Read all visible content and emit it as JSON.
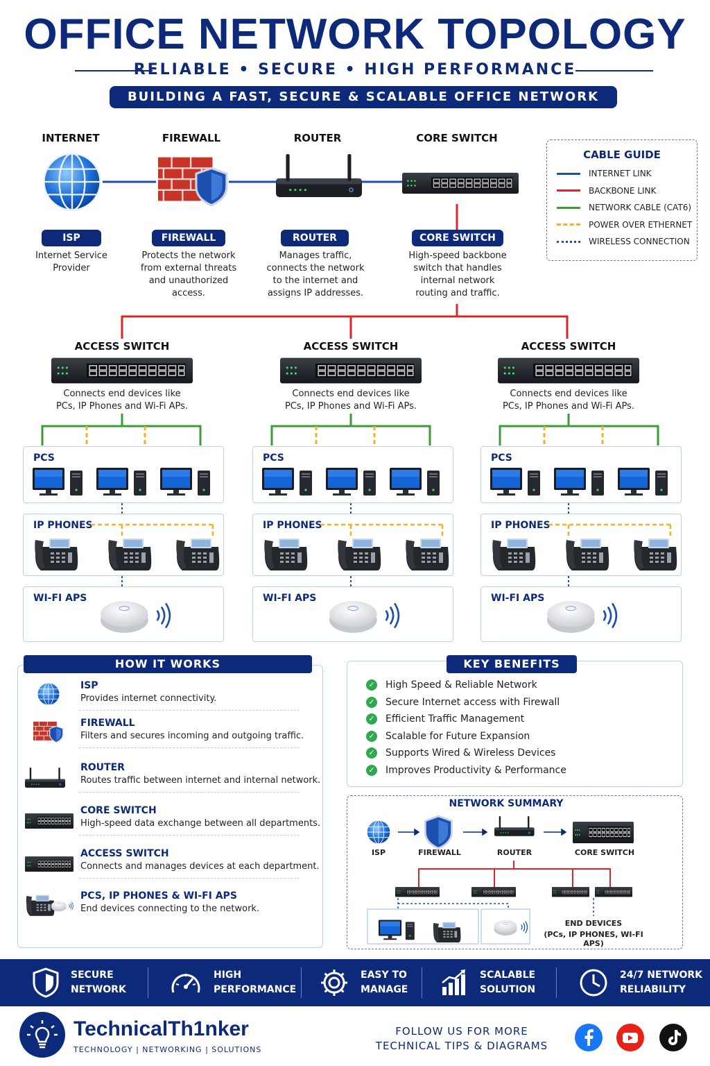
{
  "header": {
    "title": "OFFICE NETWORK TOPOLOGY",
    "subtitle": "RELIABLE  •  SECURE  •  HIGH PERFORMANCE",
    "banner": "BUILDING A FAST, SECURE & SCALABLE OFFICE NETWORK"
  },
  "top_nodes": [
    {
      "label": "INTERNET",
      "pill": "ISP",
      "desc": [
        "Internet Service",
        "Provider"
      ]
    },
    {
      "label": "FIREWALL",
      "pill": "FIREWALL",
      "desc": [
        "Protects the network",
        "from external threats",
        "and unauthorized",
        "access."
      ]
    },
    {
      "label": "ROUTER",
      "pill": "ROUTER",
      "desc": [
        "Manages traffic,",
        "connects the network",
        "to the internet and",
        "assigns IP addresses."
      ]
    },
    {
      "label": "CORE SWITCH",
      "pill": "CORE SWITCH",
      "desc": [
        "High-speed backbone",
        "switch that handles",
        "internal network",
        "routing and traffic."
      ]
    }
  ],
  "cable_guide": {
    "title": "CABLE GUIDE",
    "items": [
      {
        "label": "INTERNET LINK",
        "color": "#1f4fa8",
        "style": "solid"
      },
      {
        "label": "BACKBONE LINK",
        "color": "#d8262b",
        "style": "solid"
      },
      {
        "label": "NETWORK CABLE (CAT6)",
        "color": "#3a9b3a",
        "style": "solid"
      },
      {
        "label": "POWER OVER ETHERNET",
        "color": "#f0b323",
        "style": "dashed"
      },
      {
        "label": "WIRELESS CONNECTION",
        "color": "#1f4fa8",
        "style": "dotted"
      }
    ]
  },
  "access_switches": [
    {
      "label": "ACCESS SWITCH",
      "desc": [
        "Connects end devices like",
        "PCs, IP Phones and Wi-Fi APs."
      ]
    },
    {
      "label": "ACCESS SWITCH",
      "desc": [
        "Connects end devices like",
        "PCs, IP Phones and Wi-Fi APs."
      ]
    },
    {
      "label": "ACCESS SWITCH",
      "desc": [
        "Connects end devices like",
        "PCs, IP Phones and Wi-Fi APs."
      ]
    }
  ],
  "device_groups": {
    "pcs": "PCS",
    "phones": "IP PHONES",
    "aps": "WI-FI APS"
  },
  "how_it_works": {
    "title": "HOW IT WORKS",
    "items": [
      {
        "title": "ISP",
        "desc": "Provides internet connectivity.",
        "icon": "globe-icon"
      },
      {
        "title": "FIREWALL",
        "desc": "Filters and secures incoming and outgoing traffic.",
        "icon": "firewall-icon"
      },
      {
        "title": "ROUTER",
        "desc": "Routes traffic between internet and internal network.",
        "icon": "router-icon"
      },
      {
        "title": "CORE SWITCH",
        "desc": "High-speed data exchange between all departments.",
        "icon": "switch-icon"
      },
      {
        "title": "ACCESS SWITCH",
        "desc": "Connects and manages devices at each department.",
        "icon": "switch-icon"
      },
      {
        "title": "PCS, IP PHONES & WI-FI APS",
        "desc": "End devices connecting to the network.",
        "icon": "phone-icon"
      }
    ]
  },
  "key_benefits": {
    "title": "KEY BENEFITS",
    "items": [
      "High Speed & Reliable Network",
      "Secure Internet access with Firewall",
      "Efficient Traffic Management",
      "Scalable for Future Expansion",
      "Supports Wired & Wireless Devices",
      "Improves Productivity & Performance"
    ]
  },
  "network_summary": {
    "title": "NETWORK SUMMARY",
    "nodes": [
      "ISP",
      "FIREWALL",
      "ROUTER",
      "CORE SWITCH"
    ],
    "end_devices": "END DEVICES",
    "end_devices_sub": "(PCs, IP PHONES, WI-FI APS)"
  },
  "feature_bar": [
    {
      "line1": "SECURE",
      "line2": "NETWORK",
      "icon": "shield-icon"
    },
    {
      "line1": "HIGH",
      "line2": "PERFORMANCE",
      "icon": "speedometer-icon"
    },
    {
      "line1": "EASY TO",
      "line2": "MANAGE",
      "icon": "gear-icon"
    },
    {
      "line1": "SCALABLE",
      "line2": "SOLUTION",
      "icon": "bar-chart-icon"
    },
    {
      "line1": "24/7 NETWORK",
      "line2": "RELIABILITY",
      "icon": "clock-icon"
    }
  ],
  "footer": {
    "brand": "TechnicalTh1nker",
    "tagline": "TECHNOLOGY | NETWORKING | SOLUTIONS",
    "follow1": "FOLLOW US FOR MORE",
    "follow2": "TECHNICAL TIPS & DIAGRAMS"
  },
  "colors": {
    "navy": "#0d2a7a",
    "backbone": "#d8262b",
    "cat6": "#3a9b3a",
    "poe": "#f0b323"
  }
}
